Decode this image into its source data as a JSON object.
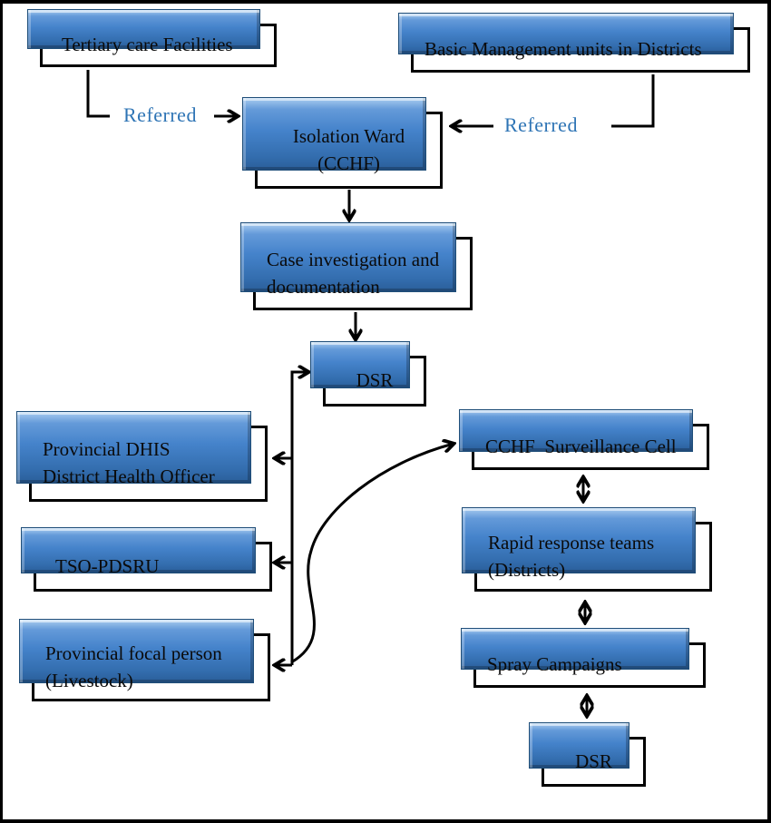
{
  "colors": {
    "node_fill": "#ffffff",
    "node_border": "#000000",
    "shadow_blue": "#4583cb",
    "shadow_blue_dark": "#1f4e79",
    "referred_text": "#2E74B5",
    "line": "#000000"
  },
  "labels": {
    "referred_left": "Referred",
    "referred_right": "Referred"
  },
  "nodes": {
    "tertiary": {
      "label": "Tertiary care Facilities"
    },
    "basic": {
      "label": "Basic Management units in Districts"
    },
    "isolation": {
      "label": "Isolation Ward\n(CCHF)"
    },
    "case_investigation": {
      "label": "Case investigation and\ndocumentation"
    },
    "dsr_mid": {
      "label": "DSR"
    },
    "prov_dhis": {
      "label": "Provincial DHIS\nDistrict Health Officer"
    },
    "tso": {
      "label": "TSO-PDSRU"
    },
    "prov_focal": {
      "label": "Provincial focal person\n(Livestock)"
    },
    "cchf_cell": {
      "label": "CCHF  Surveillance Cell"
    },
    "rapid": {
      "label": "Rapid response teams\n(Districts)"
    },
    "spray": {
      "label": "Spray Campaigns"
    },
    "dsr_bottom": {
      "label": "DSR"
    }
  },
  "edges": [
    {
      "from": "tertiary",
      "to": "isolation",
      "label": "Referred",
      "type": "arrow"
    },
    {
      "from": "basic",
      "to": "isolation",
      "label": "Referred",
      "type": "arrow"
    },
    {
      "from": "isolation",
      "to": "case_investigation",
      "type": "arrow"
    },
    {
      "from": "case_investigation",
      "to": "dsr_mid",
      "type": "arrow"
    },
    {
      "from": "junction-rail",
      "to": "dsr_mid",
      "type": "arrow"
    },
    {
      "from": "junction-rail",
      "to": "prov_dhis",
      "type": "arrow"
    },
    {
      "from": "junction-rail",
      "to": "tso",
      "type": "arrow"
    },
    {
      "from": "junction-rail",
      "to": "prov_focal",
      "type": "arrow"
    },
    {
      "from": "junction-rail",
      "to": "cchf_cell",
      "type": "curved-arrow"
    },
    {
      "from": "cchf_cell",
      "to": "rapid",
      "type": "double-arrow"
    },
    {
      "from": "rapid",
      "to": "spray",
      "type": "double-arrow"
    },
    {
      "from": "spray",
      "to": "dsr_bottom",
      "type": "double-arrow"
    }
  ]
}
